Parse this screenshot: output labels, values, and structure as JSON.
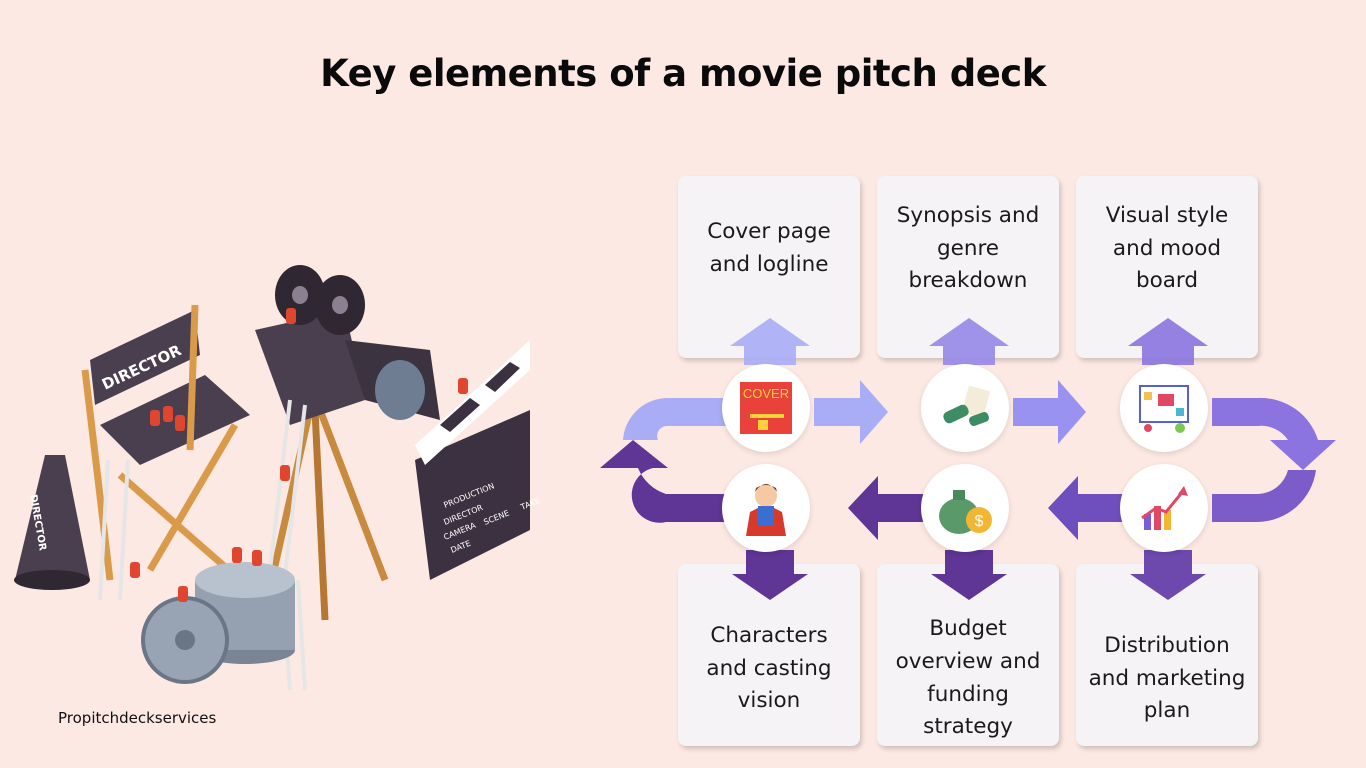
{
  "title": "Key elements of a movie pitch deck",
  "credit": "Propitchdeckservices",
  "illustration": {
    "chair_label": "DIRECTOR",
    "megaphone_label": "DIRECTOR",
    "clapper_lines": [
      "PRODUCTION",
      "DIRECTOR",
      "CAMERA",
      "DATE",
      "SCENE",
      "TAKE"
    ]
  },
  "steps_top": [
    {
      "lines": [
        "Cover page",
        "and logline"
      ],
      "icon": "cover-page-icon"
    },
    {
      "lines": [
        "Synopsis and",
        "genre",
        "breakdown"
      ],
      "icon": "writing-hands-icon"
    },
    {
      "lines": [
        "Visual style",
        "and mood",
        "board"
      ],
      "icon": "mood-board-icon"
    }
  ],
  "steps_bottom": [
    {
      "lines": [
        "Characters",
        "and casting",
        "vision"
      ],
      "icon": "superhero-icon"
    },
    {
      "lines": [
        "Budget",
        "overview and",
        "funding",
        "strategy"
      ],
      "icon": "money-bag-icon"
    },
    {
      "lines": [
        "Distribution",
        "and marketing",
        "plan"
      ],
      "icon": "growth-chart-icon"
    }
  ],
  "cover_icon_text": "COVER",
  "colors": {
    "background": "#fde9e3",
    "light_arrow": "#a9adf6",
    "mid_arrow": "#8b74e0",
    "dark_arrow": "#5f3596",
    "box": "#f5f3f5"
  }
}
